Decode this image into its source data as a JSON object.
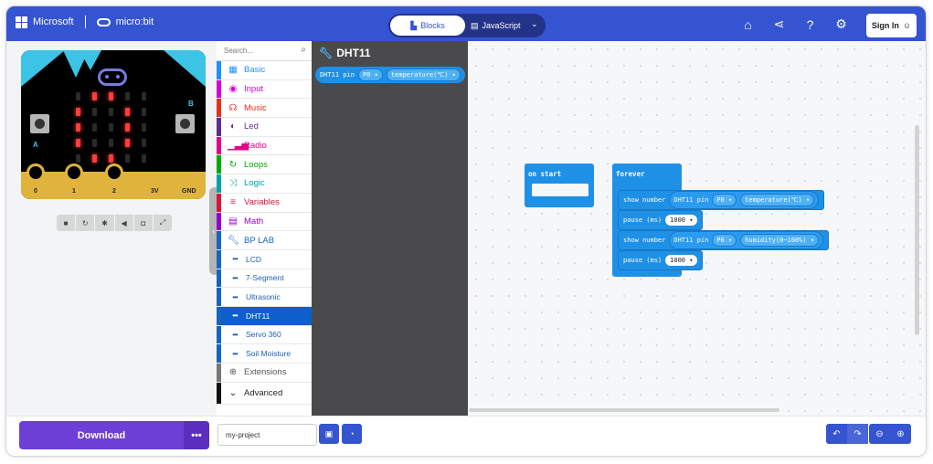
{
  "header": {
    "microsoft_label": "Microsoft",
    "microbit_label": "micro:bit",
    "tab_blocks": "Blocks",
    "tab_javascript": "JavaScript",
    "signin_label": "Sign In",
    "icons": [
      "home-icon",
      "share-icon",
      "help-icon",
      "settings-icon"
    ]
  },
  "simulator": {
    "button_a": "A",
    "button_b": "B",
    "pins": [
      "0",
      "1",
      "2",
      "3V",
      "GND"
    ],
    "led_matrix": [
      [
        0,
        1,
        1,
        0,
        0
      ],
      [
        1,
        0,
        0,
        1,
        0
      ],
      [
        1,
        0,
        0,
        1,
        0
      ],
      [
        1,
        0,
        0,
        1,
        0
      ],
      [
        0,
        1,
        1,
        0,
        0
      ]
    ],
    "controls": [
      "stop-icon",
      "restart-icon",
      "debug-icon",
      "mute-icon",
      "screenshot-icon",
      "fullscreen-icon"
    ]
  },
  "toolbox": {
    "search_placeholder": "Search...",
    "categories": [
      {
        "label": "Basic",
        "color": "#1e90ff"
      },
      {
        "label": "Input",
        "color": "#d400d4"
      },
      {
        "label": "Music",
        "color": "#e63022"
      },
      {
        "label": "Led",
        "color": "#5c2d91"
      },
      {
        "label": "Radio",
        "color": "#e3008c"
      },
      {
        "label": "Loops",
        "color": "#00aa00"
      },
      {
        "label": "Logic",
        "color": "#00a4a6"
      },
      {
        "label": "Variables",
        "color": "#dc143c"
      },
      {
        "label": "Math",
        "color": "#9400d3"
      },
      {
        "label": "BP LAB",
        "color": "#1565c0"
      }
    ],
    "subcategories": [
      "LCD",
      "7-Segment",
      "Ultrasonic",
      "DHT11",
      "Servo 360",
      "Soil Moisture"
    ],
    "selected": "DHT11",
    "extensions_label": "Extensions",
    "advanced_label": "Advanced"
  },
  "flyout": {
    "title": "DHT11",
    "block": {
      "label": "DHT11 pin",
      "pin": "P0",
      "reading": "temperature(℃)"
    }
  },
  "workspace": {
    "on_start_label": "on start",
    "forever_label": "forever",
    "statements": [
      {
        "type": "show_number",
        "label": "show number",
        "sensor": "DHT11 pin",
        "pin": "P0",
        "reading": "temperature(℃)"
      },
      {
        "type": "pause",
        "label": "pause (ms)",
        "value": "1000"
      },
      {
        "type": "show_number",
        "label": "show number",
        "sensor": "DHT11 pin",
        "pin": "P0",
        "reading": "humidity(0~100%)"
      },
      {
        "type": "pause",
        "label": "pause (ms)",
        "value": "1000"
      }
    ]
  },
  "footer": {
    "download_label": "Download",
    "project_name": "my-project"
  }
}
